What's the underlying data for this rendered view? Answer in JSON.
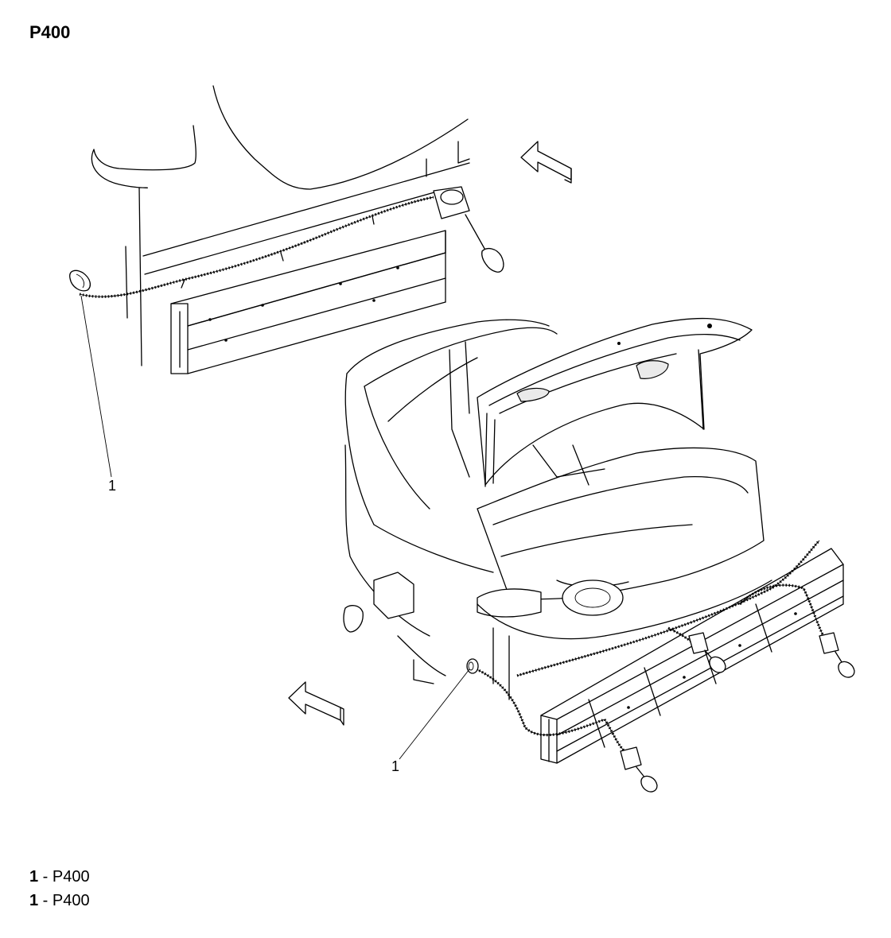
{
  "title": "P400",
  "callouts": {
    "upper": "1",
    "lower": "1"
  },
  "legend": [
    {
      "number": "1",
      "separator": " - ",
      "label": "P400"
    },
    {
      "number": "1",
      "separator": " - ",
      "label": "P400"
    }
  ],
  "icons": {
    "upper_arrow": "view-direction-arrow-icon",
    "lower_arrow": "view-direction-arrow-icon"
  },
  "colors": {
    "line": "#000000",
    "background": "#ffffff"
  }
}
